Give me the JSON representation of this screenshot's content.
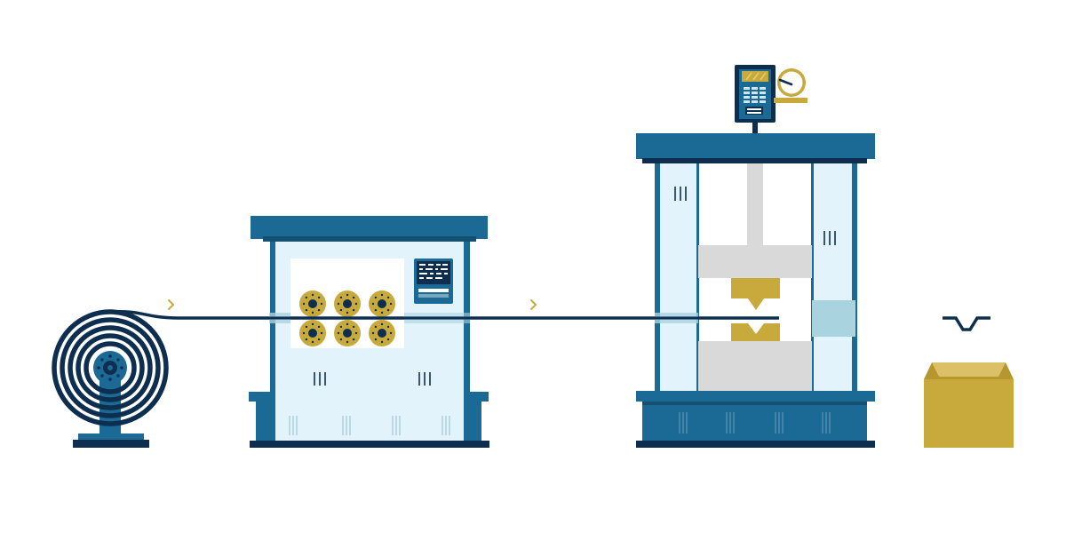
{
  "diagram": {
    "stages": [
      {
        "id": "coil",
        "icon": "coil-reel-icon"
      },
      {
        "id": "straightener",
        "icon": "roller-straightener-icon"
      },
      {
        "id": "press",
        "icon": "hydraulic-press-icon"
      },
      {
        "id": "output",
        "icon": "box-icon"
      }
    ],
    "flow_arrows": [
      "chevron-right-icon",
      "chevron-right-icon"
    ],
    "colors": {
      "steel_blue": "#1b6a95",
      "navy": "#0d2e4f",
      "light_blue": "#e3f3fc",
      "cyan_panel": "#a9d3df",
      "gold": "#c8a93c",
      "gray": "#d9d9d9",
      "white": "#ffffff"
    }
  }
}
